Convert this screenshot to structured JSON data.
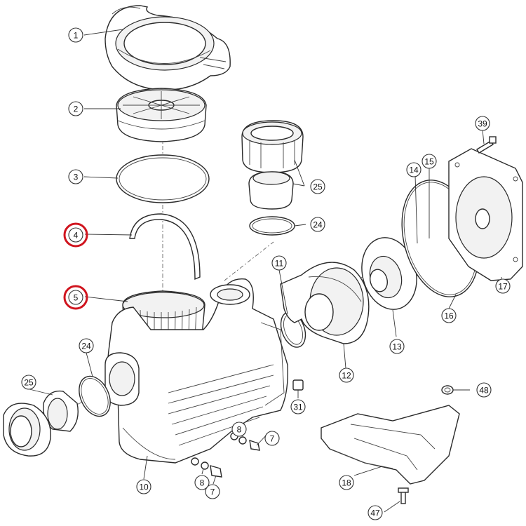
{
  "colors": {
    "line": "#2a2a2a",
    "callout_highlight": "#d0141e",
    "background": "#ffffff"
  },
  "callouts": [
    {
      "label": "1",
      "highlighted": false
    },
    {
      "label": "2",
      "highlighted": false
    },
    {
      "label": "3",
      "highlighted": false
    },
    {
      "label": "4",
      "highlighted": true
    },
    {
      "label": "5",
      "highlighted": true
    },
    {
      "label": "39",
      "highlighted": false
    },
    {
      "label": "25",
      "highlighted": false
    },
    {
      "label": "15",
      "highlighted": false
    },
    {
      "label": "14",
      "highlighted": false
    },
    {
      "label": "24",
      "highlighted": false
    },
    {
      "label": "11",
      "highlighted": false
    },
    {
      "label": "17",
      "highlighted": false
    },
    {
      "label": "16",
      "highlighted": false
    },
    {
      "label": "13",
      "highlighted": false
    },
    {
      "label": "12",
      "highlighted": false
    },
    {
      "label": "24",
      "highlighted": false
    },
    {
      "label": "25",
      "highlighted": false
    },
    {
      "label": "31",
      "highlighted": false
    },
    {
      "label": "48",
      "highlighted": false
    },
    {
      "label": "8",
      "highlighted": false
    },
    {
      "label": "7",
      "highlighted": false
    },
    {
      "label": "18",
      "highlighted": false
    },
    {
      "label": "10",
      "highlighted": false
    },
    {
      "label": "8",
      "highlighted": false
    },
    {
      "label": "7",
      "highlighted": false
    },
    {
      "label": "47",
      "highlighted": false
    }
  ]
}
